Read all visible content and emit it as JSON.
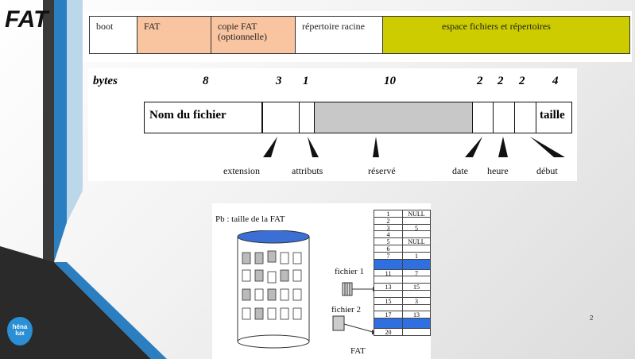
{
  "title": "FAT",
  "slide_number": "2",
  "logo_text": "héna lux",
  "fat_layout": {
    "segments": [
      {
        "label": "boot",
        "color": "#ffffff"
      },
      {
        "label": "FAT",
        "color": "#f9c4a0"
      },
      {
        "label": "copie FAT (optionnelle)",
        "color": "#f9c4a0"
      },
      {
        "label": "répertoire racine",
        "color": "#ffffff"
      },
      {
        "label": "espace fichiers et répertoires",
        "color": "#cccc00"
      }
    ]
  },
  "dir_entry": {
    "bytes_label": "bytes",
    "byte_counts": [
      "8",
      "3",
      "1",
      "10",
      "2",
      "2",
      "2",
      "4"
    ],
    "field_name": "Nom du fichier",
    "field_size": "taille",
    "labels": [
      "extension",
      "attributs",
      "réservé",
      "date",
      "heure",
      "début"
    ]
  },
  "fat_figure": {
    "title": "Pb : taille de la FAT",
    "file1": "fichier 1",
    "file2": "fichier 2",
    "fat_label": "FAT",
    "rows": [
      [
        "1",
        "NULL"
      ],
      [
        "2",
        ""
      ],
      [
        "3",
        "5"
      ],
      [
        "4",
        ""
      ],
      [
        "5",
        "NULL"
      ],
      [
        "6",
        ""
      ],
      [
        "7",
        "1"
      ],
      [
        "",
        ""
      ],
      [
        "11",
        "7"
      ],
      [
        "",
        ""
      ],
      [
        "13",
        "15"
      ],
      [
        "",
        ""
      ],
      [
        "15",
        "3"
      ],
      [
        "",
        ""
      ],
      [
        "17",
        "13"
      ],
      [
        "",
        ""
      ],
      [
        "20",
        ""
      ]
    ]
  }
}
